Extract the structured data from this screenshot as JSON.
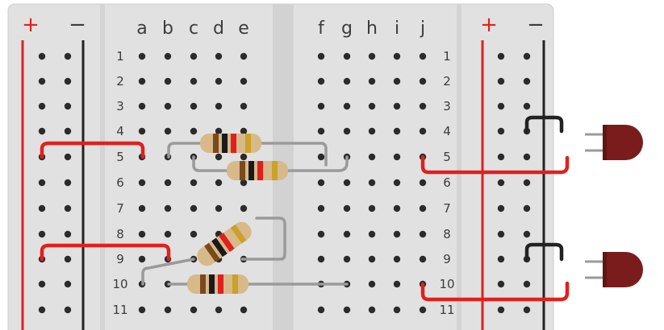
{
  "breadboard": {
    "left_rail": {
      "plus": "+",
      "minus": "−"
    },
    "right_rail": {
      "plus": "+",
      "minus": "−"
    },
    "left_columns": [
      "a",
      "b",
      "c",
      "d",
      "e"
    ],
    "right_columns": [
      "f",
      "g",
      "h",
      "i",
      "j"
    ],
    "rows": [
      "1",
      "2",
      "3",
      "4",
      "5",
      "6",
      "7",
      "8",
      "9",
      "10",
      "11"
    ]
  },
  "colors": {
    "board": "#e1e1e1",
    "center_channel": "#d2d2d2",
    "hole": "#2b2b2b",
    "plus_rail_line": "#e0201e",
    "minus_rail_line": "#222222",
    "red_wire": "#e0201e",
    "black_wire": "#222222",
    "lead": "#9a9a9a",
    "resistor_body": "#d7b98a",
    "led_body": "#7a1c1c"
  },
  "components": {
    "resistors": [
      {
        "id": "R1",
        "bands": [
          "#7a4a1c",
          "#1a1a1a",
          "#e0201e",
          "#c9a227"
        ]
      },
      {
        "id": "R2",
        "bands": [
          "#7a4a1c",
          "#1a1a1a",
          "#e0201e",
          "#c9a227"
        ]
      },
      {
        "id": "R3",
        "bands": [
          "#7a4a1c",
          "#1a1a1a",
          "#e0201e",
          "#c9a227"
        ]
      },
      {
        "id": "R4",
        "bands": [
          "#7a4a1c",
          "#1a1a1a",
          "#e0201e",
          "#c9a227"
        ]
      }
    ],
    "leds": [
      {
        "id": "LED1",
        "color": "red"
      },
      {
        "id": "LED2",
        "color": "red"
      }
    ]
  }
}
